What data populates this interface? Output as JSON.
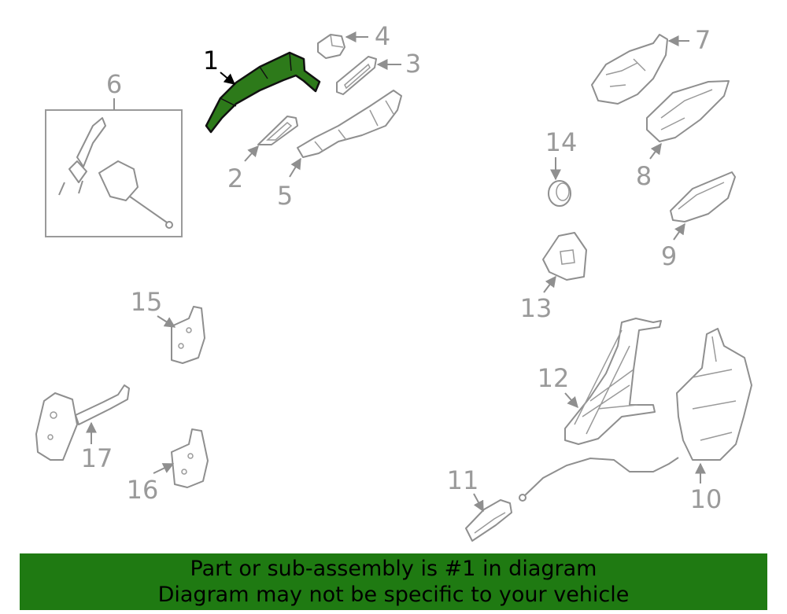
{
  "callouts": {
    "c1": "1",
    "c2": "2",
    "c3": "3",
    "c4": "4",
    "c5": "5",
    "c6": "6",
    "c7": "7",
    "c8": "8",
    "c9": "9",
    "c10": "10",
    "c11": "11",
    "c12": "12",
    "c13": "13",
    "c14": "14",
    "c15": "15",
    "c16": "16",
    "c17": "17"
  },
  "highlight": {
    "part": "1",
    "color": "#2d7a1a"
  },
  "banner": {
    "line1": "Part or sub-assembly is #1 in diagram",
    "line2": "Diagram may not be specific to your vehicle",
    "color": "#1f7a12"
  }
}
